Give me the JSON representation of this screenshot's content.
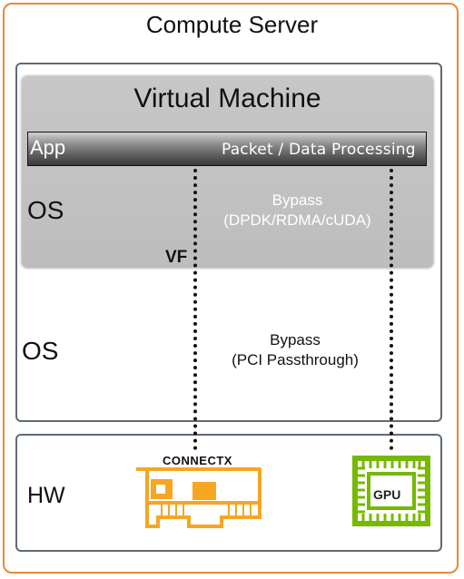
{
  "title": "Compute Server",
  "vm": {
    "title": "Virtual Machine",
    "app_label": "App",
    "process_label": "Packet / Data Processing",
    "os_label": "OS",
    "bypass_line1": "Bypass",
    "bypass_line2": "(DPDK/RDMA/cUDA)",
    "vf_label": "VF"
  },
  "host": {
    "os_label": "OS",
    "bypass_line1": "Bypass",
    "bypass_line2": "(PCI Passthrough)"
  },
  "hardware": {
    "label": "HW",
    "nic_label": "CONNECTX",
    "gpu_label": "GPU",
    "nic_icon": "network-card-icon",
    "gpu_icon": "gpu-chip-icon"
  },
  "colors": {
    "border_orange": "#e8893c",
    "nic_orange": "#f5a623",
    "gpu_green": "#76b900",
    "box_gray": "#5f6b75"
  }
}
